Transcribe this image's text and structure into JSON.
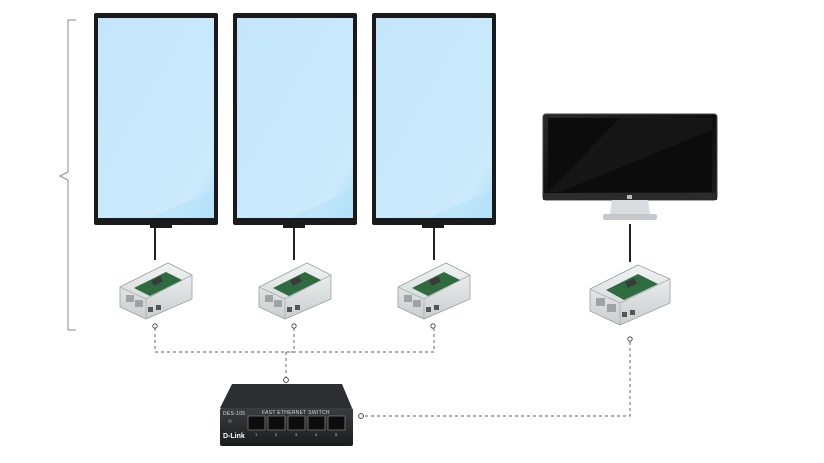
{
  "diagram": {
    "displays": [
      {
        "type": "portrait-display"
      },
      {
        "type": "portrait-display"
      },
      {
        "type": "portrait-display"
      },
      {
        "type": "desktop-monitor"
      }
    ],
    "computers": [
      "raspberry-pi",
      "raspberry-pi",
      "raspberry-pi",
      "raspberry-pi"
    ],
    "switch": {
      "brand": "D-Link",
      "model": "DES-105",
      "label": "FAST ETHERNET SWITCH",
      "ports": [
        "1",
        "2",
        "3",
        "4",
        "5"
      ]
    },
    "colors": {
      "screen": "#c8e8fb",
      "bezel": "#1a1a1a",
      "cable": "#666666"
    }
  }
}
